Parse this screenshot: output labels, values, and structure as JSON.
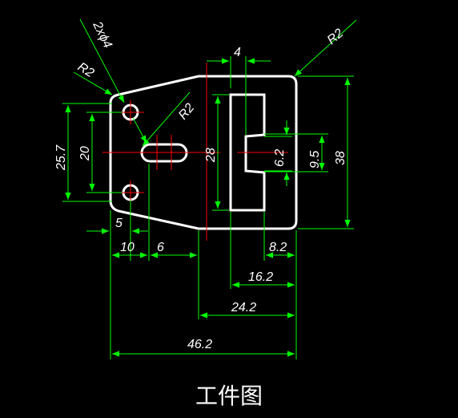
{
  "caption": "工件图",
  "colors": {
    "background": "#000000",
    "part": "#ffffff",
    "dimension": "#00ff00",
    "centerline": "#ff0000",
    "text": "#ffffff"
  },
  "labels": {
    "holes": "2xϕ4",
    "r_top_left": "R2",
    "r_slot": "R2",
    "r_top_right": "R2",
    "d4": "4",
    "d28": "28",
    "d6_2": "6.2",
    "d9_5": "9.5",
    "d38": "38",
    "d25_7": "25.7",
    "d20": "20",
    "d5": "5",
    "d10": "10",
    "d6": "6",
    "d8_2": "8.2",
    "d16_2": "16.2",
    "d24_2": "24.2",
    "d46_2": "46.2"
  }
}
